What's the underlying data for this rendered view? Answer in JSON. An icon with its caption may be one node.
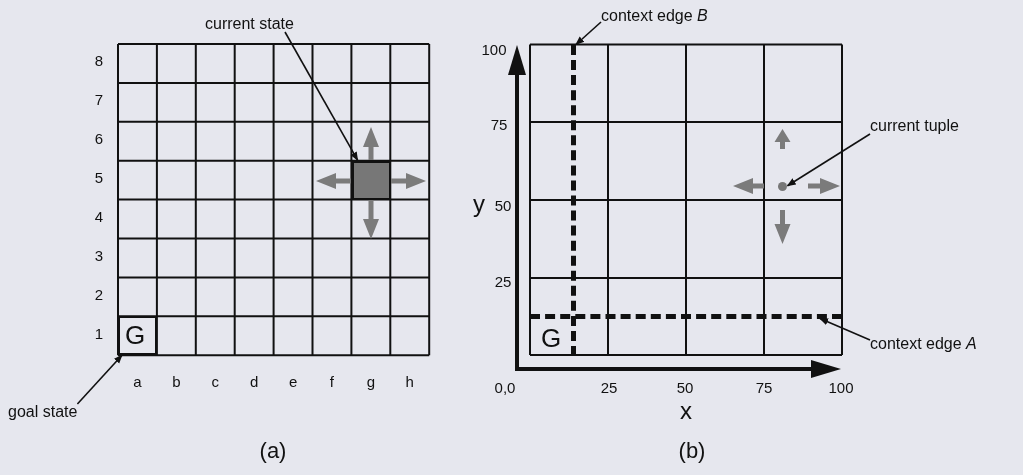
{
  "diagram": {
    "nodes": [
      {
        "text": [
          "current state"
        ]
      },
      {
        "text": [],
        "shape": "box"
      },
      {
        "text": [
          "G"
        ]
      },
      {
        "text": [
          "goal state"
        ]
      },
      {
        "text": [
          "context edge *B*"
        ]
      },
      {
        "text": [],
        "shape": "bar"
      },
      {
        "text": [
          "current tuple"
        ]
      },
      {
        "text": [],
        "shape": "circle"
      },
      {
        "text": [],
        "shape": "bar"
      },
      {
        "text": [
          "context edge *A*"
        ]
      }
    ],
    "edges": [
      {
        "from": 0,
        "to": 1,
        "arrow": "to"
      },
      {
        "from": 3,
        "to": 2,
        "arrow": "to"
      },
      {
        "from": 4,
        "to": 5,
        "arrow": "to"
      },
      {
        "from": 6,
        "to": 7,
        "arrow": "to"
      },
      {
        "from": 9,
        "to": 8,
        "arrow": "to"
      }
    ],
    "labels": [
      "8",
      "7",
      "6",
      "5",
      "4",
      "3",
      "2",
      "1",
      "a",
      "b",
      "c",
      "d",
      "e",
      "f",
      "g",
      "h",
      "(a)",
      "100",
      "75",
      "y",
      "50",
      "25",
      "G",
      "0,0",
      "25",
      "50",
      "75",
      "100",
      "x",
      "(b)"
    ]
  }
}
